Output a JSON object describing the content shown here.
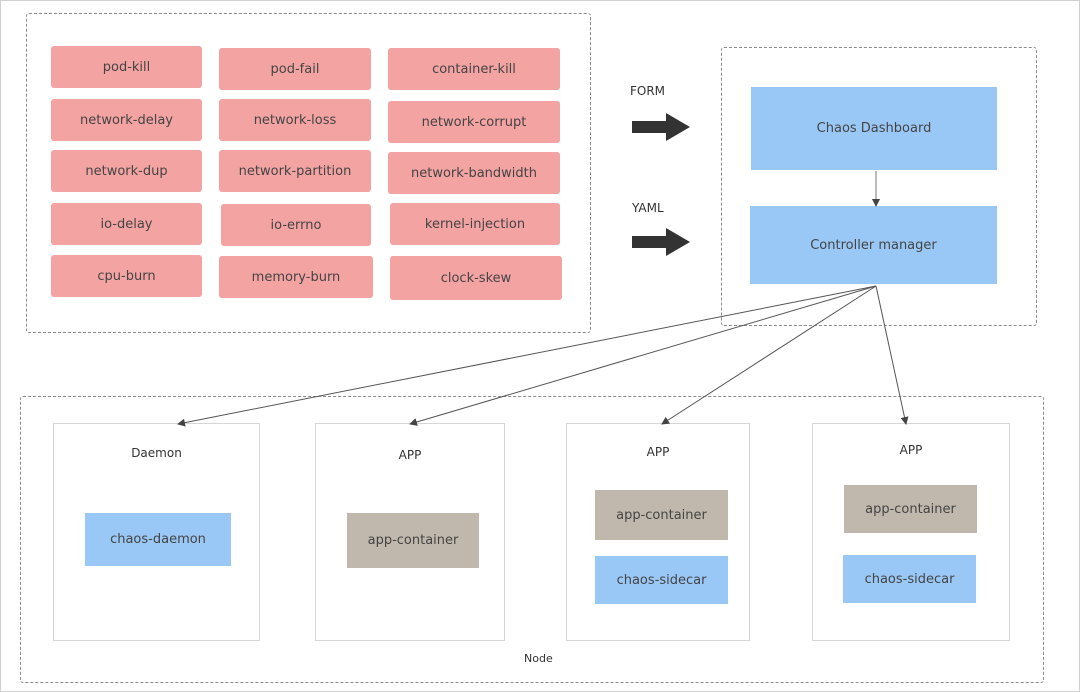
{
  "faults": [
    "pod-kill",
    "pod-fail",
    "container-kill",
    "network-delay",
    "network-loss",
    "network-corrupt",
    "network-dup",
    "network-partition",
    "network-bandwidth",
    "io-delay",
    "io-errno",
    "kernel-injection",
    "cpu-burn",
    "memory-burn",
    "clock-skew"
  ],
  "inputs": {
    "form": "FORM",
    "yaml": "YAML"
  },
  "control_plane": {
    "dashboard": "Chaos Dashboard",
    "controller": "Controller manager"
  },
  "node": {
    "label": "Node",
    "pods": [
      {
        "title": "Daemon",
        "daemon": "chaos-daemon"
      },
      {
        "title": "APP",
        "container": "app-container"
      },
      {
        "title": "APP",
        "container": "app-container",
        "sidecar": "chaos-sidecar"
      },
      {
        "title": "APP",
        "container": "app-container",
        "sidecar": "chaos-sidecar"
      }
    ]
  },
  "colors": {
    "fault": "#f4a3a3",
    "control": "#99c8f7",
    "container": "#c0b8ad",
    "arrow": "#333333"
  }
}
